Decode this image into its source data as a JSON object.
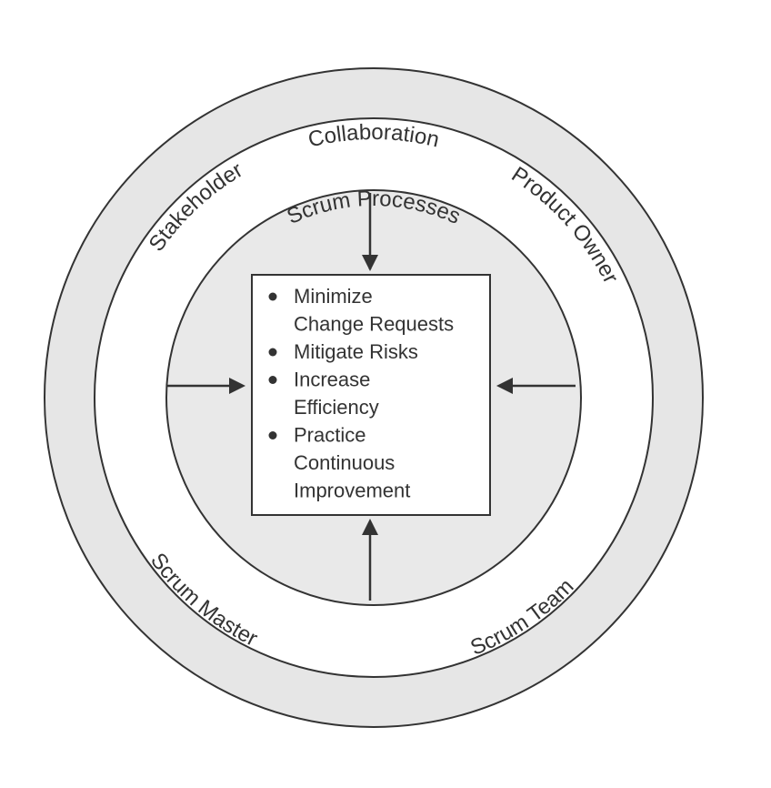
{
  "outer_ring_labels": {
    "top": "Collaboration",
    "upper_left": "Stakeholder",
    "upper_right": "Product Owner",
    "lower_left": "Scrum Master",
    "lower_right": "Scrum Team"
  },
  "middle_ring_label": "Scrum Processes",
  "center_box": {
    "items": [
      {
        "lines": [
          "Minimize",
          "Change Requests"
        ]
      },
      {
        "lines": [
          "Mitigate Risks"
        ]
      },
      {
        "lines": [
          "Increase",
          "Efficiency"
        ]
      },
      {
        "lines": [
          "Practice",
          "Continuous",
          "Improvement"
        ]
      }
    ]
  },
  "colors": {
    "outer_ring_fill": "#e6e6e6",
    "middle_ring_fill": "#ffffff",
    "inner_circle_fill": "#e9e9e9",
    "stroke": "#333333"
  }
}
